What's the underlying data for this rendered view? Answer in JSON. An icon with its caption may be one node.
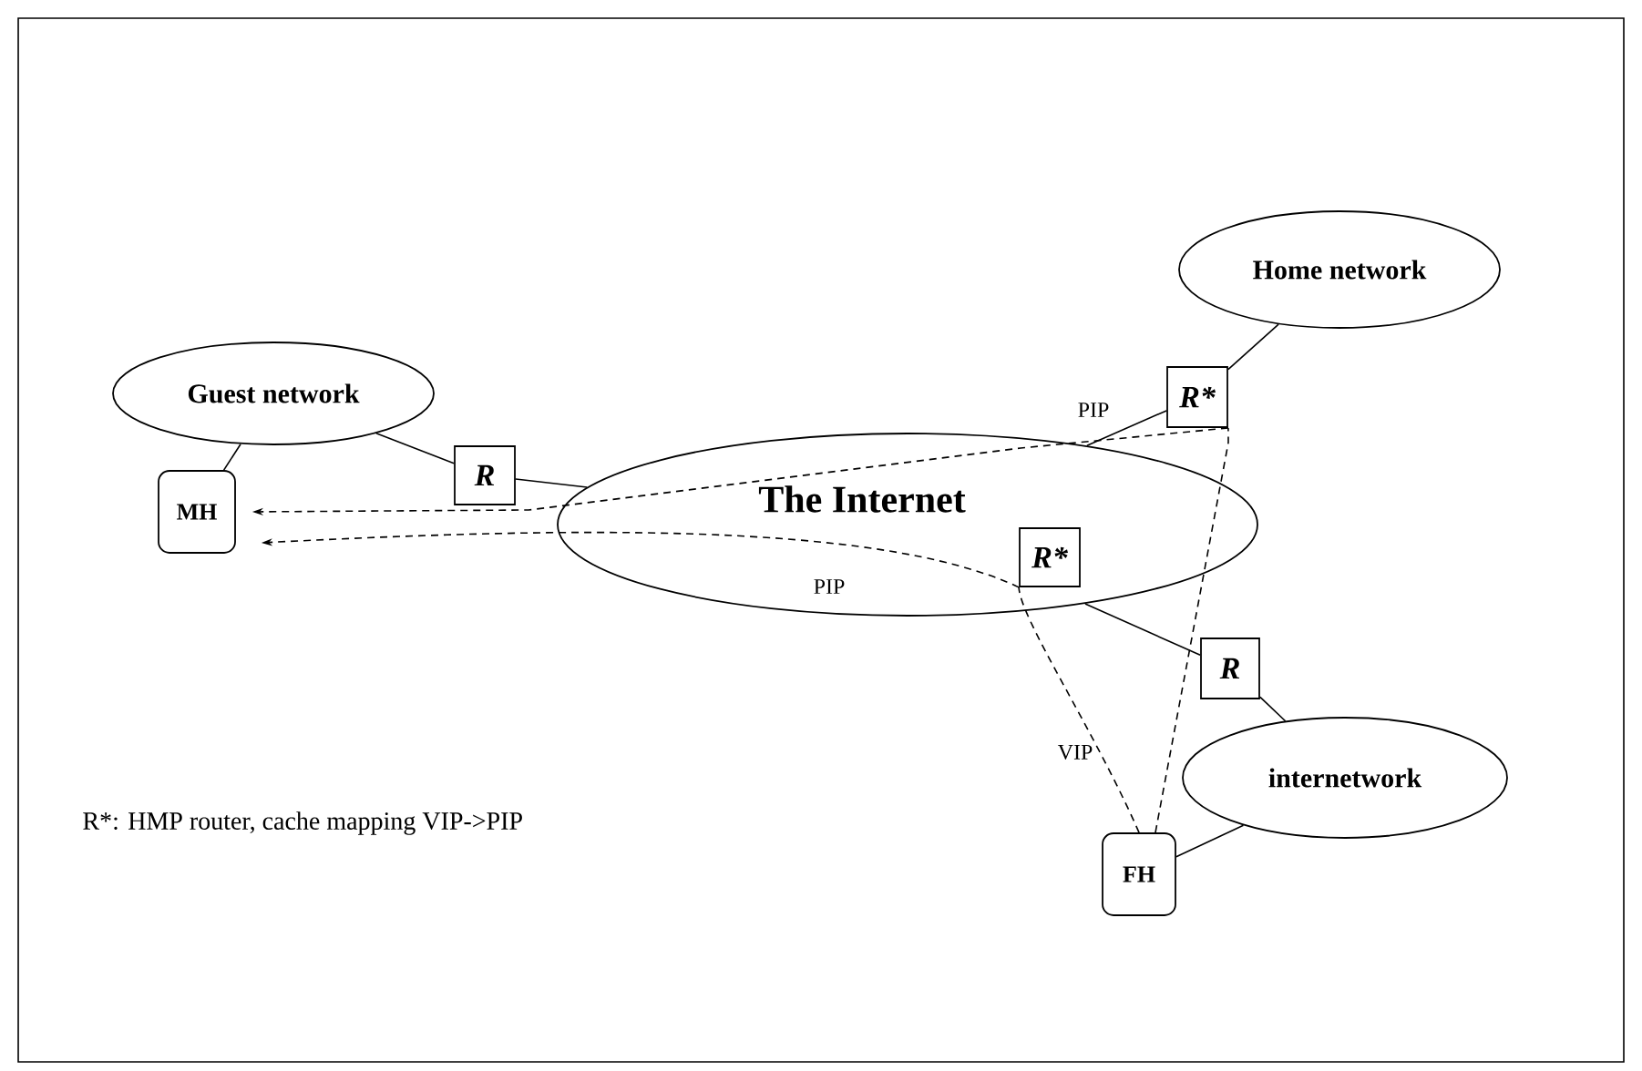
{
  "diagram": {
    "nodes": [
      {
        "text": [
          "Home network"
        ]
      },
      {
        "text": [
          "Guest network"
        ]
      },
      {
        "text": [
          "The Internet"
        ]
      },
      {
        "text": [
          "R*"
        ]
      },
      {
        "text": [
          "R"
        ]
      },
      {
        "text": [
          "R*"
        ],
        "in": 2
      },
      {
        "text": [
          "R"
        ]
      },
      {
        "text": [
          "internetwork"
        ]
      },
      {
        "text": [
          "MH"
        ]
      },
      {
        "text": [
          "FH"
        ]
      }
    ],
    "edges": [
      {
        "from": 0,
        "to": 3,
        "arrow": "none"
      },
      {
        "from": 3,
        "to": 2,
        "arrow": "none"
      },
      {
        "from": 1,
        "to": 4,
        "arrow": "none"
      },
      {
        "from": 4,
        "to": 2,
        "arrow": "none"
      },
      {
        "from": 1,
        "to": 8,
        "arrow": "none"
      },
      {
        "from": 2,
        "to": 6,
        "arrow": "none"
      },
      {
        "from": 6,
        "to": 7,
        "arrow": "none"
      },
      {
        "from": 7,
        "to": 9,
        "arrow": "none"
      },
      {
        "from": 9,
        "to": 3,
        "arrow": "none",
        "style": "dashed"
      },
      {
        "from": 3,
        "to": 8,
        "arrow": "to",
        "style": "dashed",
        "label": "PIP"
      },
      {
        "from": 9,
        "to": 5,
        "arrow": "none",
        "style": "dashed",
        "label": "VIP"
      },
      {
        "from": 5,
        "to": 8,
        "arrow": "to",
        "style": "dashed",
        "label": "PIP"
      }
    ],
    "labels": [
      "R*: HMP router, cache mapping VIP->PIP"
    ]
  }
}
